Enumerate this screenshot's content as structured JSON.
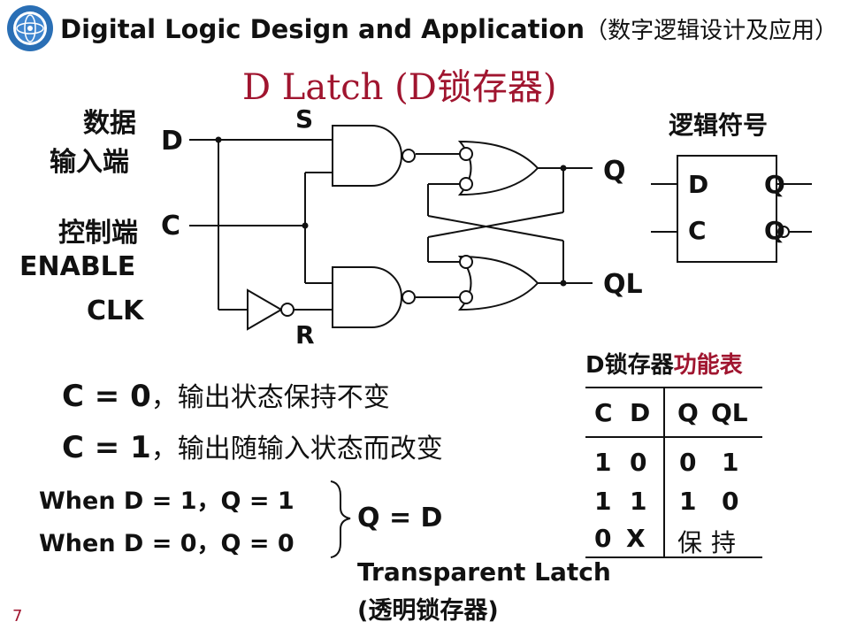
{
  "header": {
    "title_en": "Digital Logic Design and Application",
    "title_cn": "（数字逻辑设计及应用）"
  },
  "slide": {
    "title": "D Latch (D锁存器)",
    "page_number": "7"
  },
  "circuit": {
    "input_d_cn": [
      "数据",
      "输入端"
    ],
    "input_d": "D",
    "input_c_cn": "控制端",
    "input_c": "C",
    "enable": "ENABLE",
    "clk": "CLK",
    "s_label": "S",
    "r_label": "R",
    "q_label": "Q",
    "ql_label": "QL"
  },
  "logic_symbol": {
    "title": "逻辑符号",
    "pins": [
      "D",
      "Q",
      "C",
      "Q"
    ]
  },
  "conditions": [
    {
      "prefix": "C = 0",
      "text": "，输出状态保持不变"
    },
    {
      "prefix": "C = 1",
      "text": "，输出随输入状态而改变"
    }
  ],
  "when_lines": [
    "When D = 1，Q = 1",
    "When D = 0，Q = 0"
  ],
  "q_equals_d": "Q = D",
  "transparent": {
    "line1": "Transparent Latch",
    "line2": "(透明锁存器)"
  },
  "function_table": {
    "title_black": "D锁存器",
    "title_red": "功能表",
    "headers": [
      "C",
      "D",
      "Q",
      "QL"
    ],
    "rows": [
      [
        "1",
        "0",
        "0",
        "1"
      ],
      [
        "1",
        "1",
        "1",
        "0"
      ],
      [
        "0",
        "X",
        "保",
        "持"
      ]
    ]
  },
  "colors": {
    "accent_red": "#a0152f",
    "ink": "#111111"
  }
}
